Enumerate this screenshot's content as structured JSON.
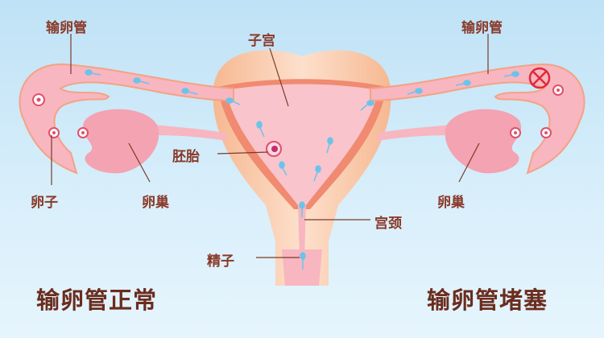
{
  "labels": {
    "tube_left": "输卵管",
    "uterus": "子宫",
    "tube_right": "输卵管",
    "embryo": "胚胎",
    "egg": "卵子",
    "ovary_left": "卵巢",
    "ovary_right": "卵巢",
    "cervix": "宫颈",
    "sperm": "精子"
  },
  "captions": {
    "normal": "输卵管正常",
    "blocked": "输卵管堵塞"
  },
  "colors": {
    "tissue": "#f7b6c0",
    "uterus_outer": "#f9c9a8",
    "lining": "#f08a70",
    "sperm": "#6cc3ea",
    "label": "#8a3a2a",
    "blocked": "#e0283a"
  }
}
